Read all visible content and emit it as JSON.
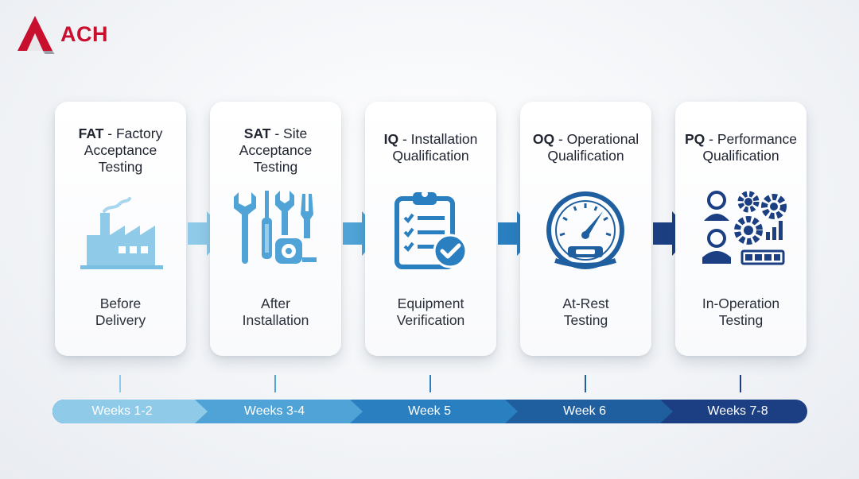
{
  "logo": {
    "text": "ACH",
    "icon": "ach-triangle-logo"
  },
  "colors": {
    "stage1": "#8fcbe9",
    "stage2": "#4fa3d6",
    "stage3": "#2a7fc0",
    "stage4": "#1f5f9f",
    "stage5": "#1b3f82",
    "logo_red": "#c8102e"
  },
  "stages": [
    {
      "abbr": "FAT",
      "title_rest_1": " - Factory",
      "title_line2": "Acceptance",
      "title_line3": "Testing",
      "desc_line1": "Before",
      "desc_line2": "Delivery",
      "icon": "factory-icon",
      "timeline": "Weeks 1-2"
    },
    {
      "abbr": "SAT",
      "title_rest_1": " - Site",
      "title_line2": "Acceptance",
      "title_line3": "Testing",
      "desc_line1": "After",
      "desc_line2": "Installation",
      "icon": "tools-icon",
      "timeline": "Weeks 3-4"
    },
    {
      "abbr": "IQ",
      "title_rest_1": " - Installation",
      "title_line2": "Qualification",
      "desc_line1": "Equipment",
      "desc_line2": "Verification",
      "icon": "clipboard-check-icon",
      "timeline": "Week 5"
    },
    {
      "abbr": "OQ",
      "title_rest_1": " - Operational",
      "title_line2": "Qualification",
      "desc_line1": "At-Rest",
      "desc_line2": "Testing",
      "icon": "gauge-icon",
      "timeline": "Week 6"
    },
    {
      "abbr": "PQ",
      "title_rest_1": " - Performance",
      "title_line2": "Qualification",
      "desc_line1": "In-Operation",
      "desc_line2": "Testing",
      "icon": "team-gears-icon",
      "timeline": "Weeks 7-8"
    }
  ]
}
